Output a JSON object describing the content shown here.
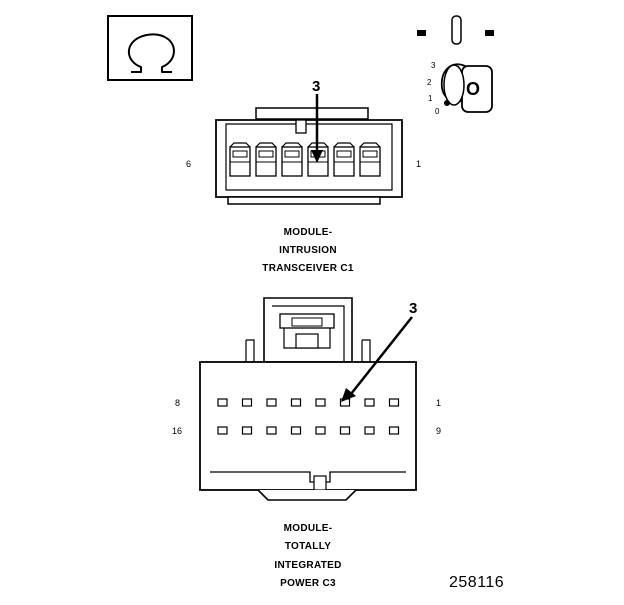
{
  "ignition_key": {
    "positions": [
      "3",
      "2",
      "1",
      "0"
    ],
    "key_label": "O"
  },
  "connector_c1": {
    "callout": "3",
    "pin_left": "6",
    "pin_right": "1",
    "caption_lines": [
      "MODULE-",
      "INTRUSION",
      "TRANSCEIVER C1"
    ]
  },
  "connector_c3": {
    "callout": "3",
    "pin_top_left": "8",
    "pin_top_right": "1",
    "pin_bottom_left": "16",
    "pin_bottom_right": "9",
    "caption_lines": [
      "MODULE-",
      "TOTALLY",
      "INTEGRATED",
      "POWER C3"
    ]
  },
  "figure_number": "258116"
}
